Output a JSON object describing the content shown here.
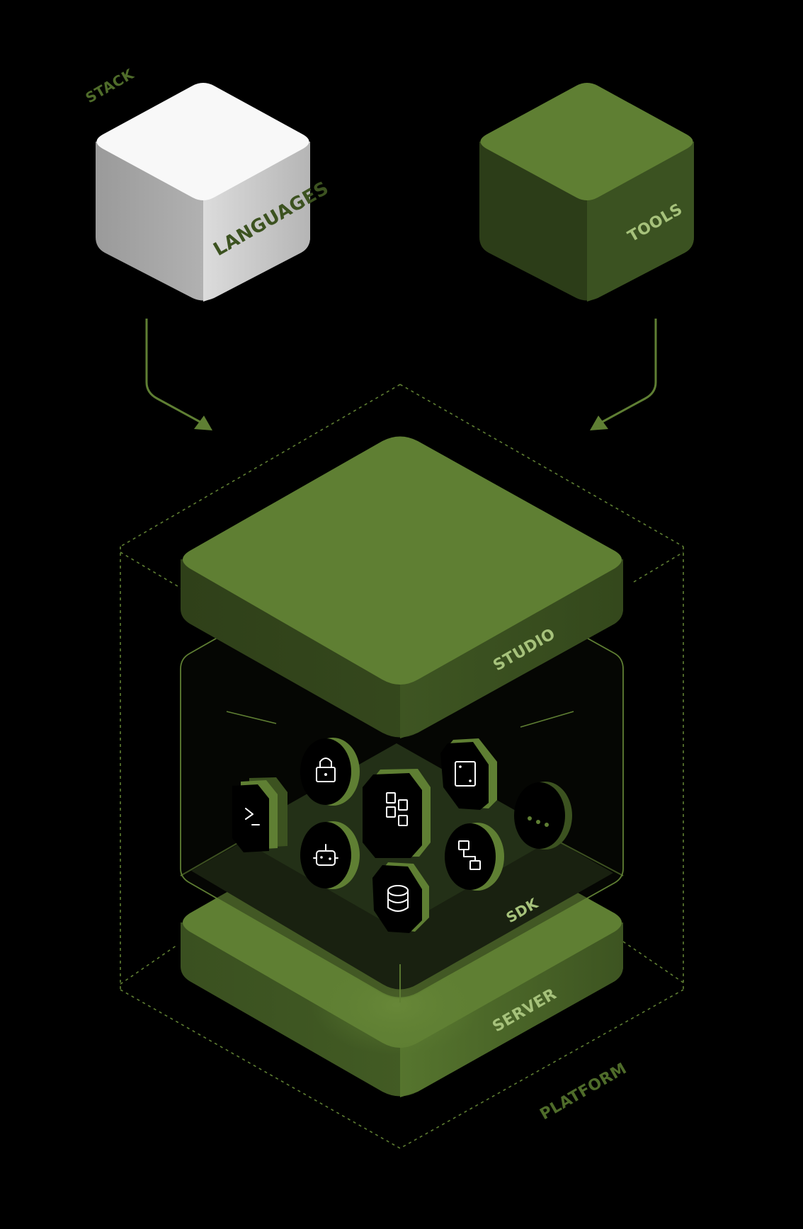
{
  "labels": {
    "stack": "STACK",
    "languages": "LANGUAGES",
    "tools": "TOOLS",
    "studio": "STUDIO",
    "sdk": "SDK",
    "server": "SERVER",
    "platform": "PLATFORM"
  },
  "icons": [
    "terminal-icon",
    "lock-icon",
    "dashboard-icon",
    "frame-icon",
    "more-icon",
    "robot-icon",
    "database-icon",
    "workflow-icon"
  ],
  "colors": {
    "background": "#000000",
    "green_top": "#5f7f33",
    "green_side_dark": "#3c5220",
    "green_side_mid": "#4b6728",
    "inner_panel": "#1f2a14",
    "label_green": "#4f6c2a",
    "label_light": "#a6c27b",
    "white_top": "#f8f8f8"
  }
}
